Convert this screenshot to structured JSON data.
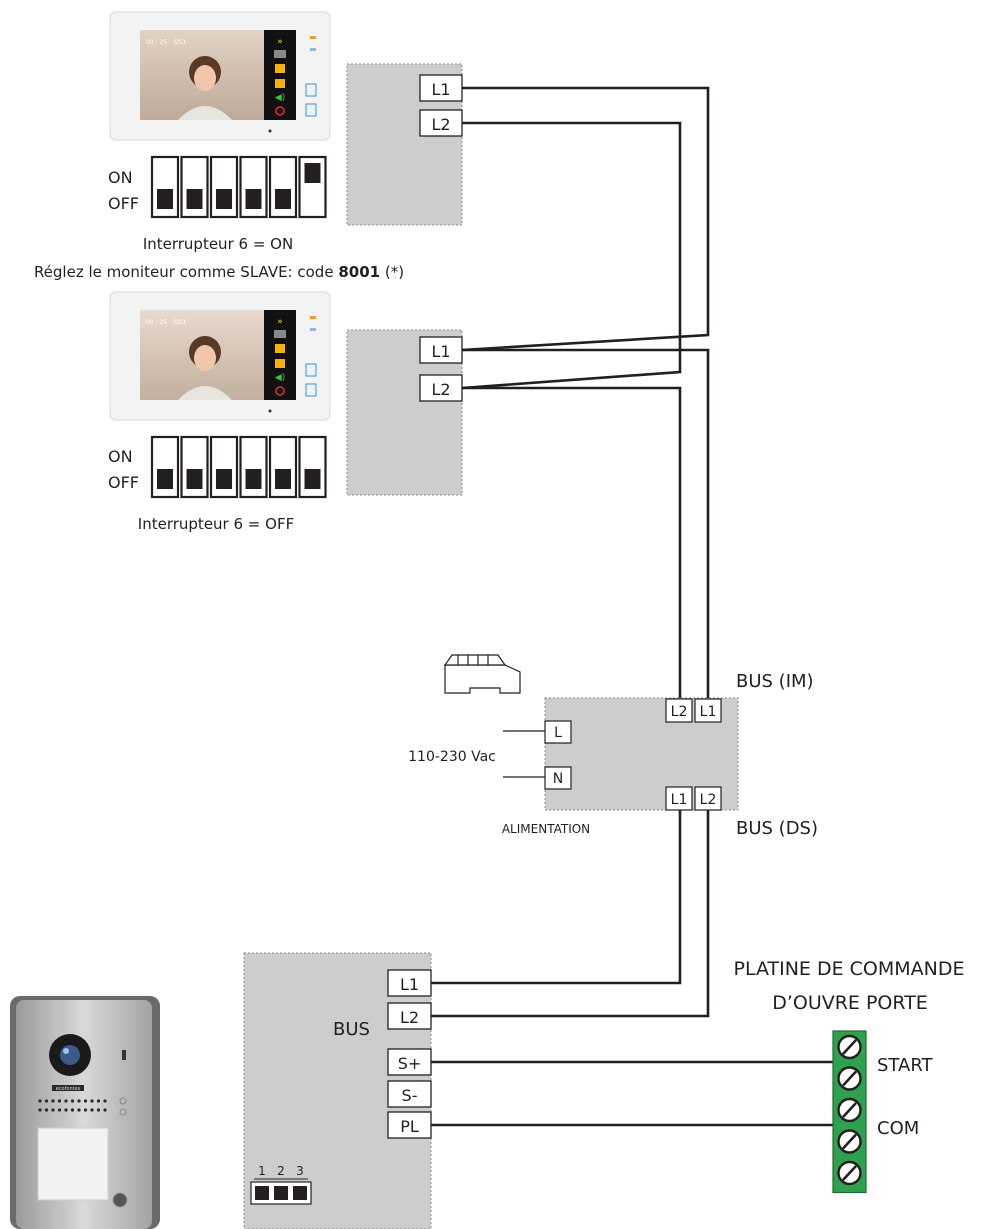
{
  "monitor1": {
    "screen_time": "00 : 25",
    "screen_cam": "DS1",
    "dip_on_label": "ON",
    "dip_off_label": "OFF",
    "switches": [
      "off",
      "off",
      "off",
      "off",
      "off",
      "on"
    ],
    "terminals": [
      "L1",
      "L2"
    ],
    "caption_switch": "Interrupteur 6 = ON",
    "caption_slave_prefix": "Réglez le moniteur comme SLAVE: code ",
    "caption_slave_code": "8001",
    "caption_slave_suffix": " (*)"
  },
  "monitor2": {
    "screen_time": "00 : 25",
    "screen_cam": "DS1",
    "dip_on_label": "ON",
    "dip_off_label": "OFF",
    "switches": [
      "off",
      "off",
      "off",
      "off",
      "off",
      "off"
    ],
    "terminals": [
      "L1",
      "L2"
    ],
    "caption_switch": "Interrupteur 6 = OFF"
  },
  "power_supply": {
    "bus_top_label": "BUS (IM)",
    "bus_bottom_label": "BUS (DS)",
    "top_terminals": [
      "L2",
      "L1"
    ],
    "bottom_terminals": [
      "L1",
      "L2"
    ],
    "input_terminals": [
      "L",
      "N"
    ],
    "voltage_label": "110-230 Vac",
    "name_label": "ALIMENTATION"
  },
  "door_station": {
    "bus_label": "BUS",
    "terminals": [
      "L1",
      "L2",
      "S+",
      "S-",
      "PL"
    ],
    "dip_numbers": [
      "1",
      "2",
      "3"
    ],
    "brand_text": "ecofontes"
  },
  "control_board": {
    "title_line1": "PLATINE DE COMMANDE",
    "title_line2": "D’OUVRE PORTE",
    "start_label": "START",
    "com_label": "COM",
    "screw_count": 5
  },
  "colors": {
    "panel_grey": "#cdcdcd",
    "wire": "#231f20",
    "terminal_green": "#2fa04e",
    "dip_body": "#231f20"
  }
}
